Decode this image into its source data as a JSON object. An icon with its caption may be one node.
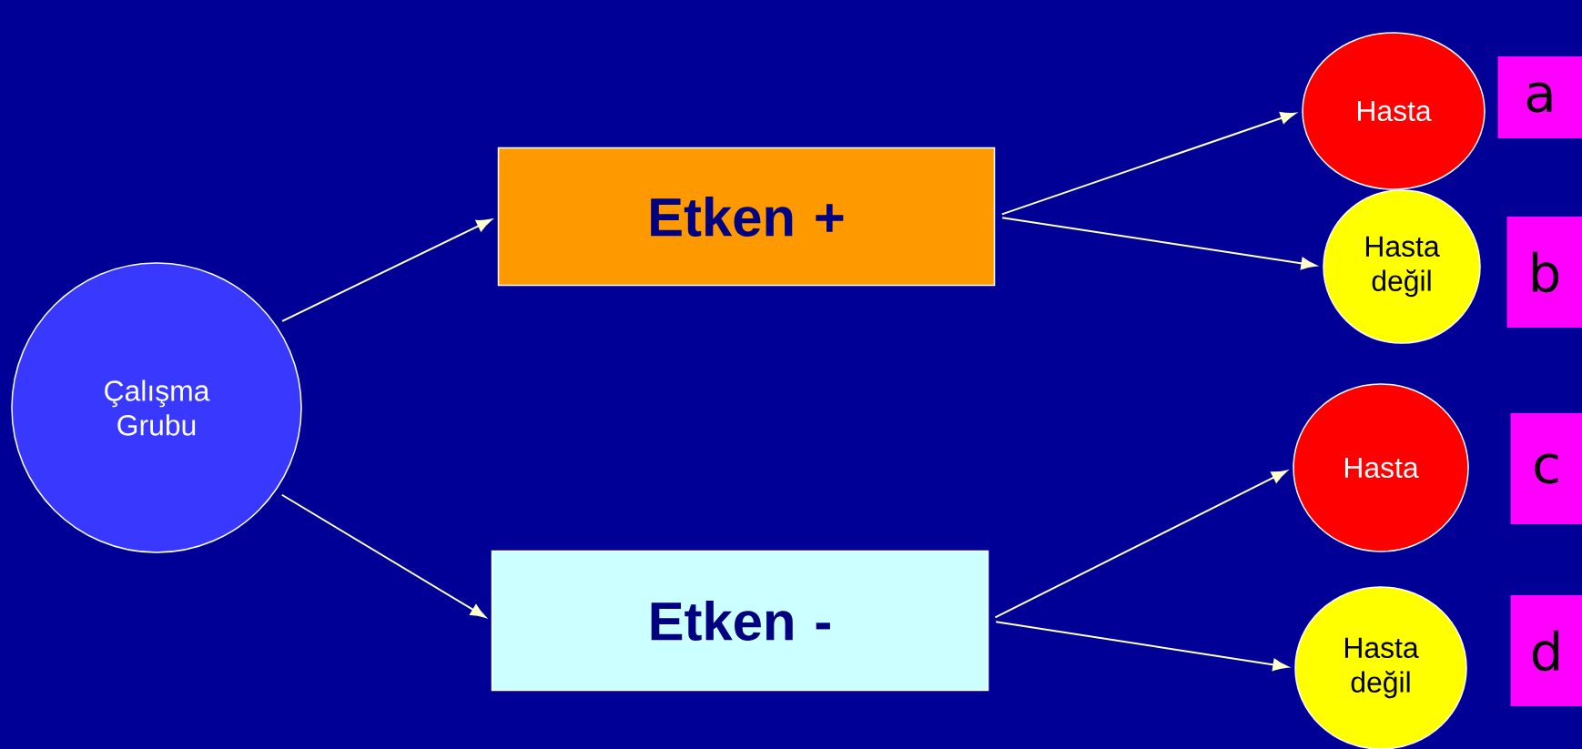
{
  "diagram": {
    "nodes": [
      {
        "text": [
          "Çalışma Grubu"
        ]
      },
      {
        "text": [
          "Etken +"
        ]
      },
      {
        "text": [
          "Etken -"
        ]
      },
      {
        "text": [
          "Hasta"
        ]
      },
      {
        "text": [
          "Hasta değil"
        ]
      },
      {
        "text": [
          "Hasta"
        ]
      },
      {
        "text": [
          "Hasta değil"
        ]
      },
      {
        "text": [
          "a"
        ]
      },
      {
        "text": [
          "b"
        ]
      },
      {
        "text": [
          "c"
        ]
      },
      {
        "text": [
          "d"
        ]
      }
    ],
    "edges": [
      {
        "from": 0,
        "to": 1,
        "arrow": "to"
      },
      {
        "from": 0,
        "to": 2,
        "arrow": "to"
      },
      {
        "from": 1,
        "to": 3,
        "arrow": "to"
      },
      {
        "from": 1,
        "to": 4,
        "arrow": "to"
      },
      {
        "from": 2,
        "to": 5,
        "arrow": "to"
      },
      {
        "from": 2,
        "to": 6,
        "arrow": "to"
      }
    ]
  }
}
